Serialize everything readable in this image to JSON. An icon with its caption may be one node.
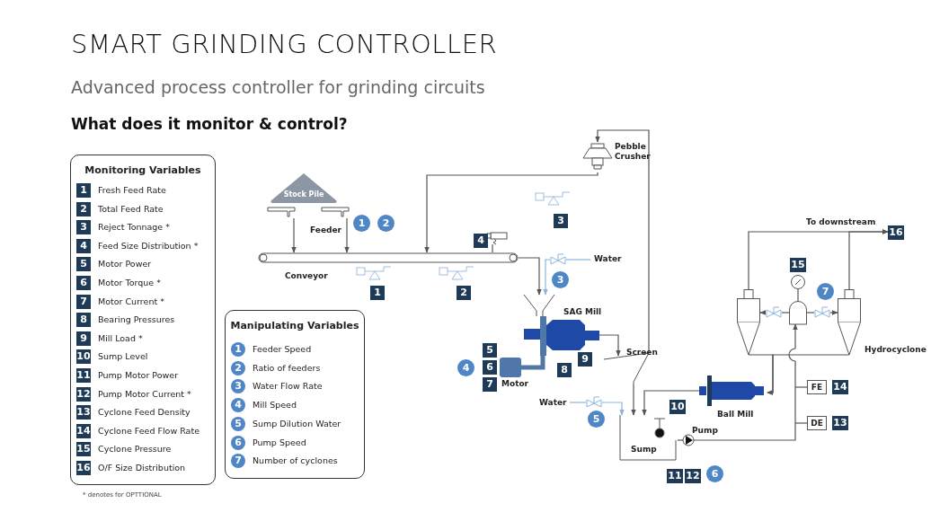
{
  "diagram": {
    "title": "SMART GRINDING CONTROLLER",
    "nodes": [
      {
        "text": [
          "Monitoring Variables"
        ]
      },
      {
        "text": [
          "1",
          "Fresh Feed Rate"
        ],
        "in": 0
      },
      {
        "text": [
          "2",
          "Total Feed Rate"
        ],
        "in": 0
      },
      {
        "text": [
          "3",
          "Reject Tonnage *"
        ],
        "in": 0
      },
      {
        "text": [
          "4",
          "Feed Size Distribution *"
        ],
        "in": 0
      },
      {
        "text": [
          "5",
          "Motor Power"
        ],
        "in": 0
      },
      {
        "text": [
          "6",
          "Motor Torque *"
        ],
        "in": 0
      },
      {
        "text": [
          "7",
          "Motor Current *"
        ],
        "in": 0
      },
      {
        "text": [
          "8",
          "Bearing Pressures"
        ],
        "in": 0
      },
      {
        "text": [
          "9",
          "Mill Load *"
        ],
        "in": 0
      },
      {
        "text": [
          "10",
          "Sump Level"
        ],
        "in": 0
      },
      {
        "text": [
          "11",
          "Pump Motor Power"
        ],
        "in": 0
      },
      {
        "text": [
          "12",
          "Pump Motor Current *"
        ],
        "in": 0
      },
      {
        "text": [
          "13",
          "Cyclone Feed Density"
        ],
        "in": 0
      },
      {
        "text": [
          "14",
          "Cyclone Feed Flow Rate"
        ],
        "in": 0
      },
      {
        "text": [
          "15",
          "Cyclone Pressure"
        ],
        "in": 0
      },
      {
        "text": [
          "16",
          "O/F Size Distribution"
        ],
        "in": 0
      },
      {
        "text": [
          "Manipulating Variables"
        ]
      },
      {
        "text": [
          "1",
          "Feeder Speed"
        ],
        "in": 17
      },
      {
        "text": [
          "2",
          "Ratio of feeders"
        ],
        "in": 17
      },
      {
        "text": [
          "3",
          "Water Flow Rate"
        ],
        "in": 17
      },
      {
        "text": [
          "4",
          "Mill Speed"
        ],
        "in": 17
      },
      {
        "text": [
          "5",
          "Sump Dilution Water"
        ],
        "in": 17
      },
      {
        "text": [
          "6",
          "Pump Speed"
        ],
        "in": 17
      },
      {
        "text": [
          "7",
          "Number of cyclones"
        ],
        "in": 17
      },
      {
        "text": [
          "Stock Pile"
        ]
      },
      {
        "text": [],
        "shape": "feeder"
      },
      {
        "text": [],
        "shape": "feeder"
      },
      {
        "text": [
          "Conveyor"
        ]
      },
      {
        "text": [
          "Pebble Crusher"
        ]
      },
      {
        "text": [],
        "shape": "camera"
      },
      {
        "text": [
          "Water"
        ]
      },
      {
        "text": [],
        "shape": "valve"
      },
      {
        "text": [
          "SAG Mill"
        ]
      },
      {
        "text": [
          "Motor"
        ]
      },
      {
        "text": [
          "Screen"
        ]
      },
      {
        "text": [
          "Water"
        ]
      },
      {
        "text": [],
        "shape": "valve"
      },
      {
        "text": [
          "Sump"
        ]
      },
      {
        "text": [
          "Pump"
        ]
      },
      {
        "text": [
          "Ball Mill"
        ]
      },
      {
        "text": [],
        "shape": "tank"
      },
      {
        "text": [],
        "shape": "gauge"
      },
      {
        "text": [],
        "shape": "valve"
      },
      {
        "text": [],
        "shape": "valve"
      },
      {
        "text": [],
        "shape": "cyclone"
      },
      {
        "text": [
          "Hydrocyclone"
        ]
      },
      {
        "text": [
          "FE"
        ]
      },
      {
        "text": [
          "DE"
        ]
      },
      {
        "text": [
          "3"
        ]
      },
      {
        "text": [
          "1"
        ]
      },
      {
        "text": [
          "2"
        ]
      },
      {
        "text": [
          "16"
        ]
      },
      {
        "text": [
          "4"
        ]
      },
      {
        "text": [
          "15"
        ]
      },
      {
        "text": [
          "3"
        ]
      },
      {
        "text": [
          "7"
        ]
      },
      {
        "text": [
          "1"
        ]
      },
      {
        "text": [
          "2"
        ]
      },
      {
        "text": [
          "5"
        ]
      },
      {
        "text": [
          "9"
        ]
      },
      {
        "text": [
          "4"
        ]
      },
      {
        "text": [
          "6"
        ]
      },
      {
        "text": [
          "8"
        ]
      },
      {
        "text": [
          "7"
        ]
      },
      {
        "text": [
          "14"
        ]
      },
      {
        "text": [
          "10"
        ]
      },
      {
        "text": [
          "5"
        ]
      },
      {
        "text": [
          "13"
        ]
      },
      {
        "text": [
          "11"
        ]
      },
      {
        "text": [
          "12"
        ]
      },
      {
        "text": [
          "6"
        ]
      }
    ],
    "edges": [
      {
        "from": 26,
        "to": 28,
        "arrow": "to"
      },
      {
        "from": 27,
        "to": 28,
        "arrow": "to"
      },
      {
        "from": 29,
        "to": 28,
        "arrow": "to"
      },
      {
        "from": 35,
        "to": 29,
        "arrow": "to"
      },
      {
        "from": 30,
        "to": 28,
        "arrow": "none"
      },
      {
        "from": 28,
        "to": 33,
        "arrow": "to"
      },
      {
        "from": 31,
        "to": 32,
        "arrow": "none",
        "color": "#8db3dd"
      },
      {
        "from": 32,
        "to": 33,
        "arrow": "to",
        "color": "#8db3dd"
      },
      {
        "from": 34,
        "to": 33,
        "arrow": "none",
        "style": "thick",
        "color": "#4f78a8"
      },
      {
        "from": 33,
        "to": 35,
        "arrow": "to"
      },
      {
        "from": 35,
        "to": 38,
        "arrow": "to"
      },
      {
        "from": 36,
        "to": 37,
        "arrow": "none",
        "color": "#8db3dd"
      },
      {
        "from": 37,
        "to": 38,
        "arrow": "to",
        "color": "#8db3dd"
      },
      {
        "from": 40,
        "to": 38,
        "arrow": "to"
      },
      {
        "from": 38,
        "to": 39,
        "arrow": "none"
      },
      {
        "from": 39,
        "to": 41,
        "arrow": "to"
      },
      {
        "from": 42,
        "to": 41,
        "arrow": "none"
      },
      {
        "from": 41,
        "to": 43,
        "arrow": "none"
      },
      {
        "from": 43,
        "to": 45,
        "arrow": "to"
      },
      {
        "from": 41,
        "to": 44,
        "arrow": "none"
      },
      {
        "from": 44,
        "to": 46,
        "arrow": "to"
      },
      {
        "from": 45,
        "to": 40,
        "arrow": "to"
      },
      {
        "from": 46,
        "to": 40,
        "arrow": "to"
      },
      {
        "from": 45,
        "to": 52,
        "arrow": "to",
        "label": "To downstream"
      },
      {
        "from": 46,
        "to": 52,
        "arrow": "to"
      },
      {
        "from": 47,
        "to": null,
        "arrow": "none"
      },
      {
        "from": 48,
        "to": null,
        "arrow": "none"
      }
    ],
    "labels": [
      "Advanced process controller for grinding circuits",
      "What does it monitor & control?",
      "Feeder",
      "* denotes for OPTTIONAL"
    ]
  }
}
